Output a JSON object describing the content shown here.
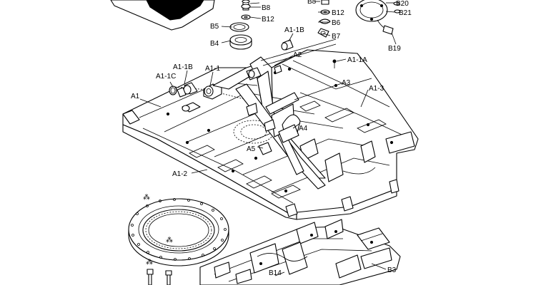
{
  "callouts": {
    "b8_top": "B8",
    "b8": "B8",
    "b12_left": "B12",
    "b5": "B5",
    "b4": "B4",
    "a1_1b_top": "A1-1B",
    "b12_right": "B12",
    "b6": "B6",
    "b7": "B7",
    "b20": "B20",
    "b21": "B21",
    "b19": "B19",
    "a2": "A2",
    "a1_1a": "A1-1A",
    "a1_1b_left": "A1-1B",
    "a1_1": "A1-1",
    "a1_1c": "A1-1C",
    "a1": "A1",
    "a3": "A3",
    "a1_3": "A1-3",
    "a4": "A4",
    "a5": "A5",
    "a1_2": "A1-2",
    "b3": "B3",
    "b14": "B14"
  }
}
